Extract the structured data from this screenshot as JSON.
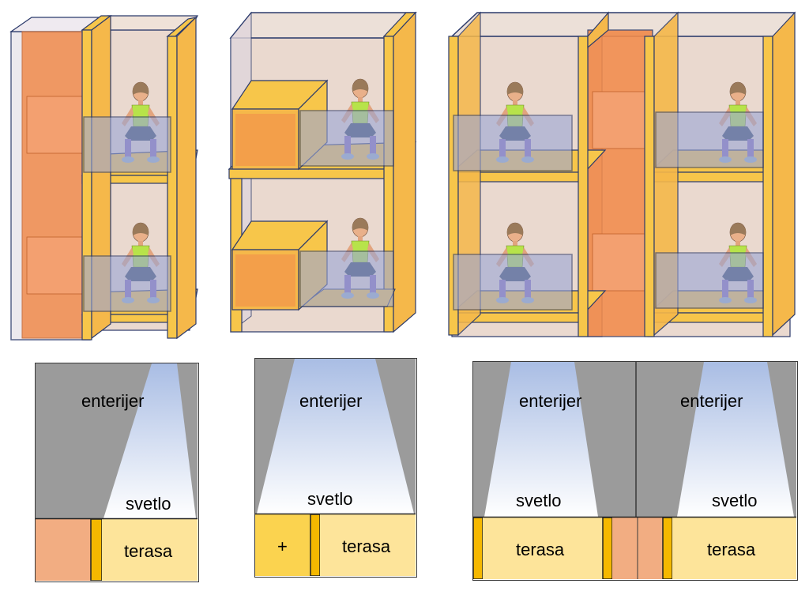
{
  "plans": [
    {
      "interior": "enterijer",
      "light": "svetlo",
      "terrace": "terasa"
    },
    {
      "interior": "enterijer",
      "light": "svetlo",
      "terrace": "terasa",
      "plus": "+"
    },
    {
      "interior": "enterijer",
      "light": "svetlo",
      "terrace": "terasa"
    },
    {
      "interior": "enterijer",
      "light": "svetlo",
      "terrace": "terasa"
    }
  ],
  "colors": {
    "frame": "#f7c64a",
    "frame_stroke": "#2b3a6b",
    "stair": "#f08a4b",
    "room": "#ead9cf",
    "glass": "#9aa6d6",
    "wall_grey": "#9b9b9b",
    "light_top": "#a9bde4",
    "terrace": "#fde49a",
    "stair_plan": "#f2ad82",
    "column": "#f5b800"
  }
}
